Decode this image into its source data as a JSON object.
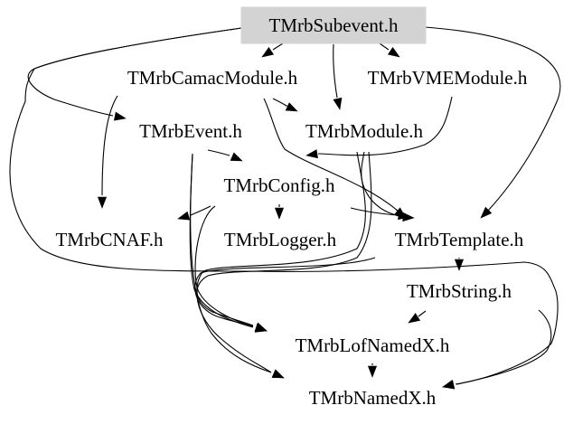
{
  "graph": {
    "root": {
      "id": "root",
      "label": "TMrbSubevent.h",
      "highlighted": true
    },
    "nodes": [
      {
        "id": "camac",
        "label": "TMrbCamacModule.h"
      },
      {
        "id": "vme",
        "label": "TMrbVMEModule.h"
      },
      {
        "id": "event",
        "label": "TMrbEvent.h"
      },
      {
        "id": "module",
        "label": "TMrbModule.h"
      },
      {
        "id": "config",
        "label": "TMrbConfig.h"
      },
      {
        "id": "cnaf",
        "label": "TMrbCNAF.h"
      },
      {
        "id": "logger",
        "label": "TMrbLogger.h"
      },
      {
        "id": "template",
        "label": "TMrbTemplate.h"
      },
      {
        "id": "string",
        "label": "TMrbString.h"
      },
      {
        "id": "lofnamedx",
        "label": "TMrbLofNamedX.h"
      },
      {
        "id": "namedx",
        "label": "TMrbNamedX.h"
      }
    ],
    "edges": [
      {
        "from": "root",
        "to": "camac"
      },
      {
        "from": "root",
        "to": "vme"
      },
      {
        "from": "root",
        "to": "module"
      },
      {
        "from": "root",
        "to": "event"
      },
      {
        "from": "root",
        "to": "template"
      },
      {
        "from": "root",
        "to": "namedx"
      },
      {
        "from": "camac",
        "to": "module"
      },
      {
        "from": "camac",
        "to": "cnaf"
      },
      {
        "from": "camac",
        "to": "template"
      },
      {
        "from": "vme",
        "to": "config"
      },
      {
        "from": "event",
        "to": "config"
      },
      {
        "from": "event",
        "to": "lofnamedx"
      },
      {
        "from": "event",
        "to": "namedx"
      },
      {
        "from": "module",
        "to": "template"
      },
      {
        "from": "module",
        "to": "lofnamedx"
      },
      {
        "from": "module",
        "to": "namedx"
      },
      {
        "from": "config",
        "to": "cnaf"
      },
      {
        "from": "config",
        "to": "logger"
      },
      {
        "from": "config",
        "to": "template"
      },
      {
        "from": "config",
        "to": "lofnamedx"
      },
      {
        "from": "template",
        "to": "string"
      },
      {
        "from": "template",
        "to": "lofnamedx"
      },
      {
        "from": "string",
        "to": "lofnamedx"
      },
      {
        "from": "string",
        "to": "namedx"
      },
      {
        "from": "lofnamedx",
        "to": "namedx"
      }
    ],
    "colors": {
      "root_fill": "#d3d3d3",
      "node_fill": "#ffffff",
      "edge": "#000000",
      "text": "#000000"
    }
  }
}
